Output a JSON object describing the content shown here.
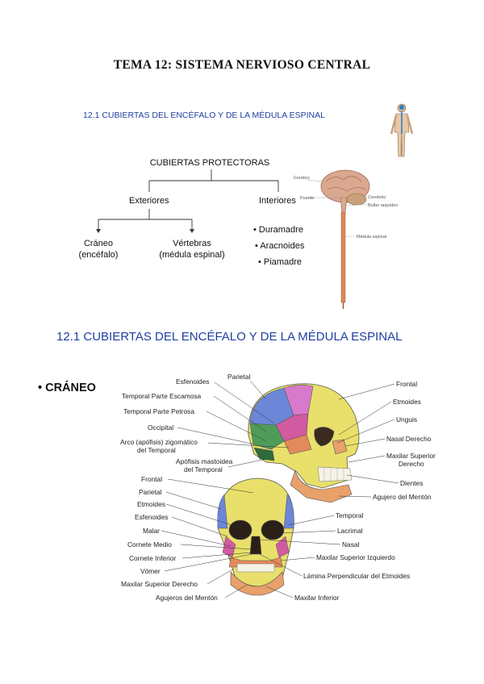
{
  "title": "TEMA 12: SISTEMA NERVIOSO CENTRAL",
  "section_small": "12.1  CUBIERTAS DEL ENCÉFALO Y DE LA MÉDULA ESPINAL",
  "tree": {
    "root": "CUBIERTAS PROTECTORAS",
    "left": "Exteriores",
    "right": "Interiores",
    "left_children": [
      {
        "line1": "Cráneo",
        "line2": "(encéfalo)"
      },
      {
        "line1": "Vértebras",
        "line2": "(médula espinal)"
      }
    ],
    "right_children": [
      "Duramadre",
      "Aracnoides",
      "Piamadre"
    ]
  },
  "brain_labels": {
    "cerebro": "Cerebro",
    "puente": "Puente",
    "cerebelo": "Cerebelo",
    "bulbo": "Bulbo raquídeo",
    "medula": "Médula espinal"
  },
  "section_big": "12.1 CUBIERTAS DEL ENCÉFALO Y DE LA MÉDULA ESPINAL",
  "craneo_heading": "• CRÁNEO",
  "skull_lateral_labels": {
    "esfenoides": "Esfenoides",
    "parietal": "Parietal",
    "temporal_escamosa": "Temporal Parte Escamosa",
    "temporal_petrosa": "Temporal Parte Petrosa",
    "occipital": "Occipital",
    "arco_1": "Arco (apófisis) zigomático",
    "arco_2": "del Temporal",
    "apofisis_1": "Apófisis mastoidea",
    "apofisis_2": "del Temporal",
    "frontal": "Frontal",
    "etmoides": "Etmoides",
    "unguis": "Unguis",
    "nasal_derecho": "Nasal Derecho",
    "maxilar_sup_1": "Maxilar Superior",
    "maxilar_sup_2": "Derecho",
    "dientes": "Dientes",
    "agujero_menton": "Agujero del Mentón"
  },
  "skull_frontal_labels": {
    "frontal": "Frontal",
    "parietal": "Parietal",
    "etmoides": "Etmoides",
    "esfenoides": "Esfenoides",
    "malar": "Malar",
    "cornete_medio": "Cornete Medio",
    "cornete_inferior": "Cornete Inferior",
    "vomer": "Vómer",
    "maxilar_sup_der": "Maxilar Superior Derecho",
    "agujeros_menton": "Agujeros del Mentón",
    "temporal": "Temporal",
    "lacrimal": "Lacrimal",
    "nasal": "Nasal",
    "maxilar_sup_izq": "Maxilar Superior Izquierdo",
    "lamina": "Lámina Perpendicular del Etmoides",
    "maxilar_inf": "Maxilar Inferior"
  }
}
